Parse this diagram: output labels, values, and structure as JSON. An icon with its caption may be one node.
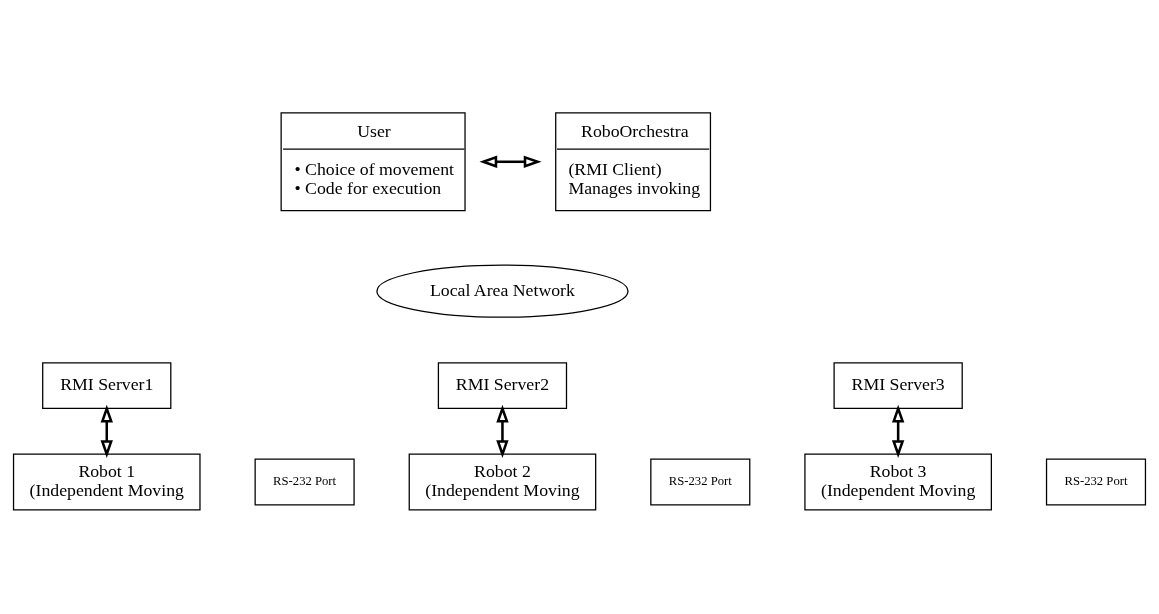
{
  "diagram": {
    "nodes": [
      {
        "text": [
          "User",
          "• Choice of movement",
          "• Code for execution"
        ]
      },
      {
        "text": [
          "RoboOrchestra",
          "(RMI Client)",
          "Manages invoking"
        ]
      },
      {
        "text": [
          "Local Area Network"
        ]
      },
      {
        "text": [
          "RMI Server1"
        ]
      },
      {
        "text": [
          "Robot 1",
          "(Independent Moving"
        ]
      },
      {
        "text": [
          "RS-232 Port"
        ]
      },
      {
        "text": [
          "RMI Server2"
        ]
      },
      {
        "text": [
          "Robot 2",
          "(Independent Moving"
        ]
      },
      {
        "text": [
          "RS-232 Port"
        ]
      },
      {
        "text": [
          "RMI Server3"
        ]
      },
      {
        "text": [
          "Robot 3",
          "(Independent Moving"
        ]
      },
      {
        "text": [
          "RS-232 Port"
        ]
      }
    ],
    "edges": [
      {
        "from": 0,
        "to": 1,
        "arrow": "both"
      },
      {
        "from": 3,
        "to": 4,
        "arrow": "both"
      },
      {
        "from": 6,
        "to": 7,
        "arrow": "both"
      },
      {
        "from": 9,
        "to": 10,
        "arrow": "both"
      }
    ]
  }
}
